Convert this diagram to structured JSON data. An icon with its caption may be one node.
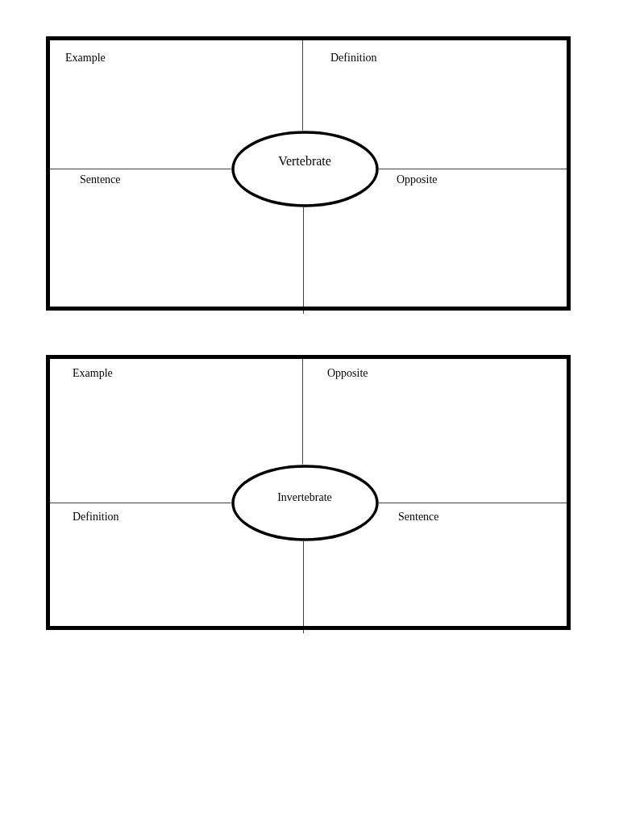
{
  "diagram": {
    "nodes": [
      {
        "text": [],
        "shape": "box"
      },
      {
        "text": [
          "Vertebrate"
        ],
        "in": 0
      },
      {
        "text": [],
        "shape": "box"
      },
      {
        "text": [
          "Invertebrate"
        ],
        "in": 2
      }
    ],
    "edges": [],
    "labels": [
      "Example",
      "Definition",
      "Sentence",
      "Opposite",
      "Example",
      "Opposite",
      "Definition",
      "Sentence"
    ]
  }
}
